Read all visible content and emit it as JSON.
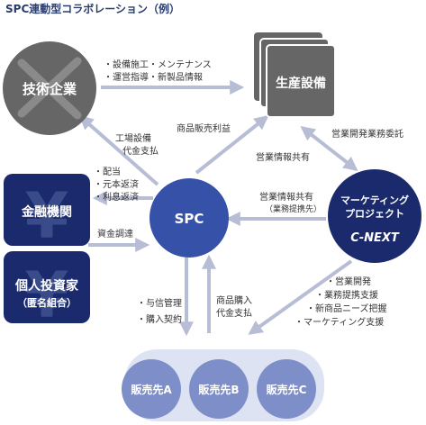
{
  "title": "SPC連動型コラボレーション（例）",
  "nodes": {
    "tech": "技術企業",
    "production": "生産設備",
    "spc": "SPC",
    "finance": "金融機関",
    "investor_1": "個人投資家",
    "investor_2": "（匿名組合）",
    "marketing_1": "マーケティング",
    "marketing_2": "プロジェクト",
    "cnext": "C-NEXT",
    "seller_a": "販売先A",
    "seller_b": "販売先B",
    "seller_c": "販売先C"
  },
  "labels": {
    "tech_to_prod_1": "・設備施工・メンテナンス",
    "tech_to_prod_2": "・運営指導・新製品情報",
    "product_profit": "商品販売利益",
    "factory_1": "工場設備",
    "factory_2": "代金支払",
    "finance_1": "・配当",
    "finance_2": "・元本返済",
    "finance_3": "・利息返済",
    "funding": "資金調達",
    "sales_info": "営業情報共有",
    "sales_dev_commission": "営業開発業務委託",
    "sales_info_2": "営業情報共有",
    "business_tieup": "（業務提携先）",
    "credit_1": "・与信管理",
    "credit_2": "・購入契約",
    "purchase_1": "商品購入",
    "purchase_2": "代金支払",
    "mkt_1": "・営業開発",
    "mkt_2": "・業務提携支援",
    "mkt_3": "・新商品ニーズ把握",
    "mkt_4": "・マーケティング支援"
  },
  "colors": {
    "title": "#2a3d6e",
    "gray_node": "#666666",
    "navy_node": "#1a2a6c",
    "spc_node": "#3552a8",
    "seller_fill": "#7d8ec9",
    "seller_bg": "#dde3f3",
    "arrow": "#b8bdd6"
  },
  "icons": [
    "wrench-screwdriver-icon",
    "yen-icon"
  ]
}
